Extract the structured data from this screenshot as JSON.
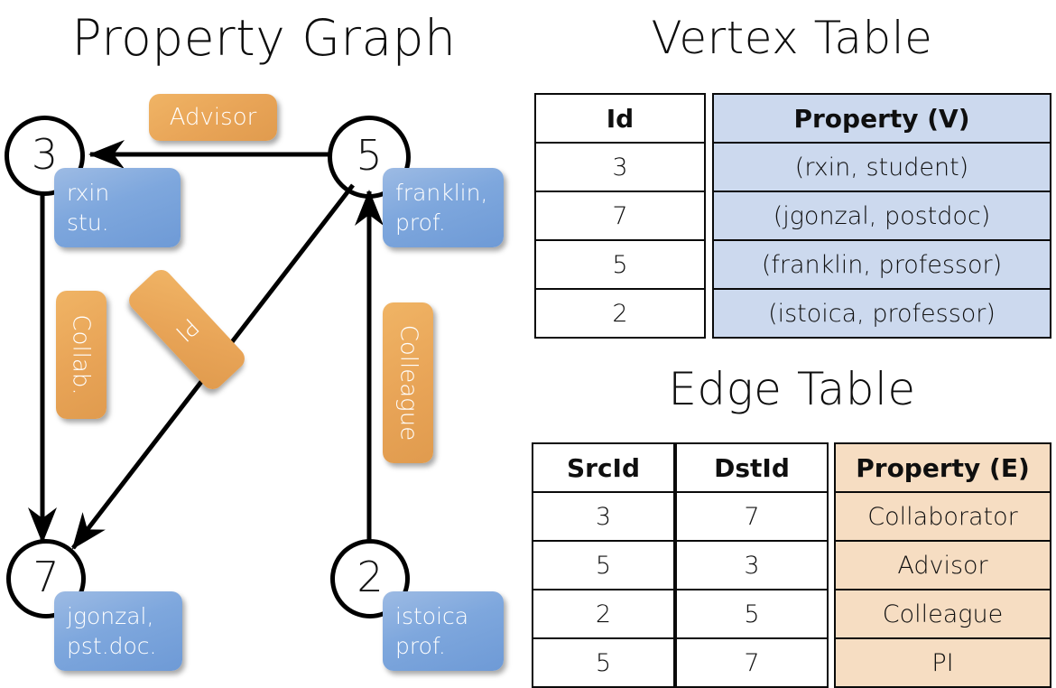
{
  "titles": {
    "property_graph": "Property Graph",
    "vertex_table": "Vertex Table",
    "edge_table": "Edge Table"
  },
  "colors": {
    "vertex_property_fill": "#ccd9ee",
    "edge_property_fill": "#f6ddc2",
    "vertex_box": "#7ea7dd",
    "edge_box": "#e8a457",
    "stroke": "#000000"
  },
  "graph": {
    "nodes": [
      {
        "id": "3",
        "property_line1": "rxin",
        "property_line2": "stu."
      },
      {
        "id": "5",
        "property_line1": "franklin,",
        "property_line2": "prof."
      },
      {
        "id": "7",
        "property_line1": "jgonzal,",
        "property_line2": "pst.doc."
      },
      {
        "id": "2",
        "property_line1": "istoica",
        "property_line2": "prof."
      }
    ],
    "edge_labels": [
      {
        "label": "Advisor",
        "orientation": "horizontal"
      },
      {
        "label": "Collab.",
        "orientation": "vertical"
      },
      {
        "label": "PI",
        "orientation": "diagonal"
      },
      {
        "label": "Colleague",
        "orientation": "vertical"
      }
    ]
  },
  "vertex_table": {
    "headers": [
      "Id",
      "Property (V)"
    ],
    "rows": [
      {
        "id": "3",
        "property": "(rxin, student)"
      },
      {
        "id": "7",
        "property": "(jgonzal, postdoc)"
      },
      {
        "id": "5",
        "property": "(franklin, professor)"
      },
      {
        "id": "2",
        "property": "(istoica, professor)"
      }
    ]
  },
  "edge_table": {
    "headers": [
      "SrcId",
      "DstId",
      "Property (E)"
    ],
    "rows": [
      {
        "src": "3",
        "dst": "7",
        "property": "Collaborator"
      },
      {
        "src": "5",
        "dst": "3",
        "property": "Advisor"
      },
      {
        "src": "2",
        "dst": "5",
        "property": "Colleague"
      },
      {
        "src": "5",
        "dst": "7",
        "property": "PI"
      }
    ]
  }
}
